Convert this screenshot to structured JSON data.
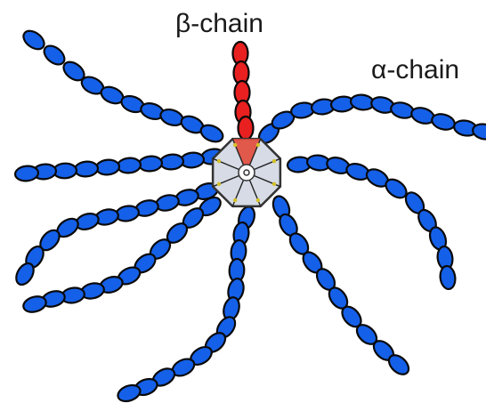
{
  "labels": {
    "beta_chain": "β-chain",
    "alpha_chain": "α-chain"
  },
  "colors": {
    "alpha_bead": "#1560e8",
    "beta_bead": "#e82020",
    "bead_outline": "#0a0a0a",
    "core_fill": "#d6dbe6",
    "core_center": "#ffffff",
    "core_highlight": "#e24a3a",
    "core_joint": "#d4c22a",
    "text": "#1a1a1a"
  },
  "structure": {
    "core_segments": 8,
    "beta_chain_count": 1,
    "alpha_chain_count": 8
  }
}
